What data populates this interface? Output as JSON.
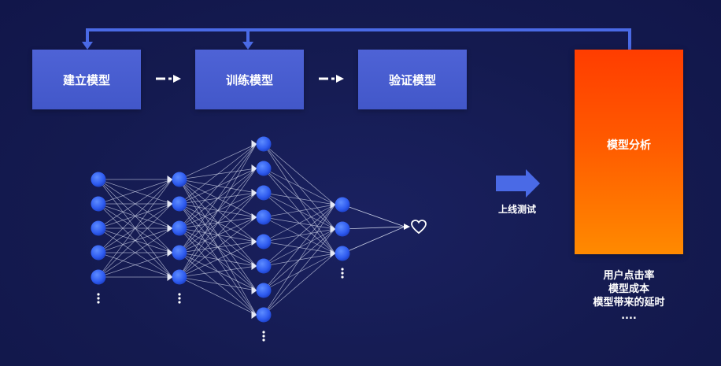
{
  "flow": {
    "step1": "建立模型",
    "step2": "训练模型",
    "step3": "验证模型",
    "analysis": "模型分析",
    "online_test": "上线测试"
  },
  "metrics": [
    "用户点击率",
    "模型成本",
    "模型带来的延时",
    "...."
  ],
  "network": {
    "layer_sizes": [
      5,
      5,
      8,
      3,
      1
    ],
    "output_icon": "heart-icon",
    "ellipsis_icon": "vertical-ellipsis-icon"
  },
  "colors": {
    "background": "#141a4f",
    "box": "#4e63d6",
    "analysis_top": "#ff3d00",
    "analysis_bottom": "#ff8a00",
    "node": "#2f5cf0",
    "feedback_line": "#4a6ae6"
  }
}
